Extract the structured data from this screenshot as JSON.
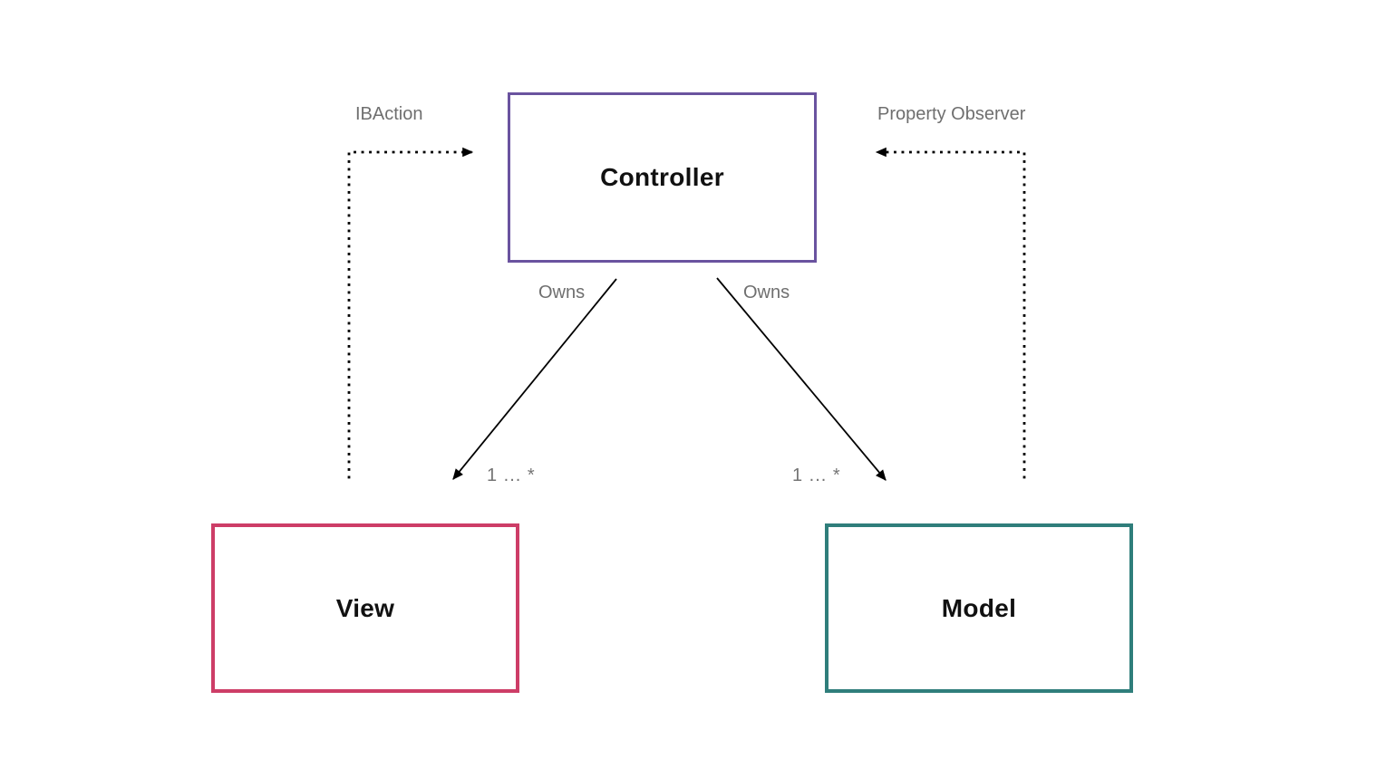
{
  "diagram": {
    "background": "#ffffff",
    "nodes": {
      "controller": {
        "label": "Controller",
        "border_color": "#6A539F"
      },
      "view": {
        "label": "View",
        "border_color": "#CD3D67"
      },
      "model": {
        "label": "Model",
        "border_color": "#2F7E7B"
      }
    },
    "edges": {
      "ibaction": {
        "label": "IBAction",
        "style": "dotted",
        "from": "View",
        "to": "Controller"
      },
      "property_observer": {
        "label": "Property Observer",
        "style": "dotted",
        "from": "Model",
        "to": "Controller"
      },
      "owns_view": {
        "label": "Owns",
        "multiplicity": "1 ... *",
        "style": "solid",
        "from": "Controller",
        "to": "View"
      },
      "owns_model": {
        "label": "Owns",
        "multiplicity": "1 ... *",
        "style": "solid",
        "from": "Controller",
        "to": "Model"
      }
    },
    "colors": {
      "arrow": "#000000",
      "edge_label_text": "#6F6F6F",
      "multiplicity_text": "#757575",
      "node_label_text": "#111111"
    }
  }
}
